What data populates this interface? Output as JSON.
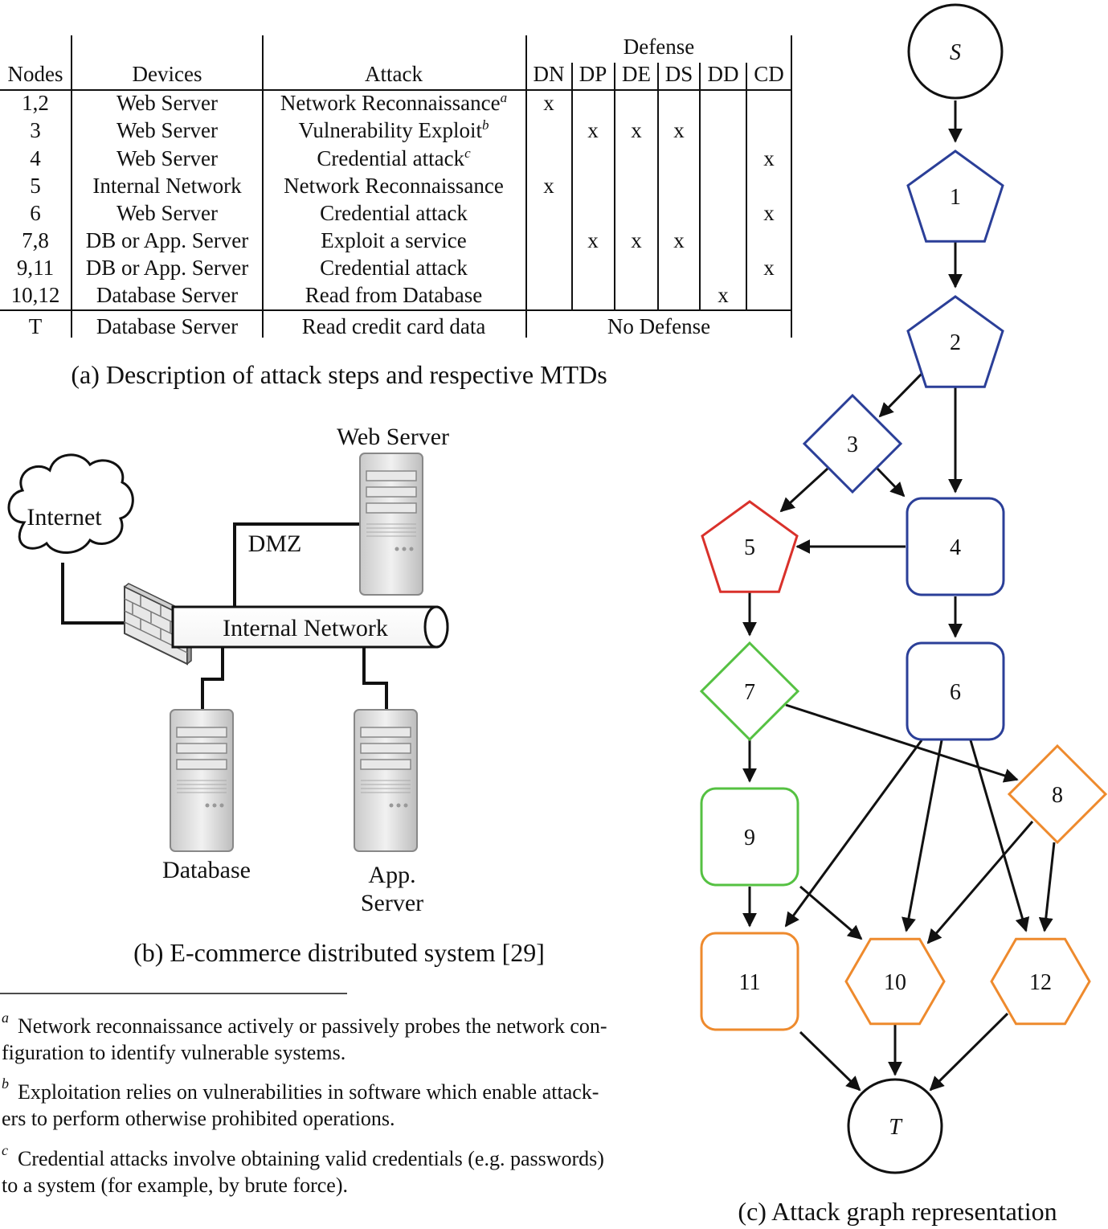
{
  "table": {
    "header": {
      "nodes": "Nodes",
      "devices": "Devices",
      "attack": "Attack",
      "defense": "Defense",
      "defense_cols": [
        "DN",
        "DP",
        "DE",
        "DS",
        "DD",
        "CD"
      ]
    },
    "rows": [
      {
        "nodes": "1,2",
        "device": "Web Server",
        "attack": "Network Reconnaissance",
        "sup": "a",
        "marks": [
          "x",
          "",
          "",
          "",
          "",
          ""
        ]
      },
      {
        "nodes": "3",
        "device": "Web Server",
        "attack": "Vulnerability Exploit",
        "sup": "b",
        "marks": [
          "",
          "x",
          "x",
          "x",
          "",
          ""
        ]
      },
      {
        "nodes": "4",
        "device": "Web Server",
        "attack": "Credential attack",
        "sup": "c",
        "marks": [
          "",
          "",
          "",
          "",
          "",
          "x"
        ]
      },
      {
        "nodes": "5",
        "device": "Internal Network",
        "attack": "Network Reconnaissance",
        "sup": "",
        "marks": [
          "x",
          "",
          "",
          "",
          "",
          ""
        ]
      },
      {
        "nodes": "6",
        "device": "Web Server",
        "attack": "Credential attack",
        "sup": "",
        "marks": [
          "",
          "",
          "",
          "",
          "",
          "x"
        ]
      },
      {
        "nodes": "7,8",
        "device": "DB or App. Server",
        "attack": "Exploit a service",
        "sup": "",
        "marks": [
          "",
          "x",
          "x",
          "x",
          "",
          ""
        ]
      },
      {
        "nodes": "9,11",
        "device": "DB or App. Server",
        "attack": "Credential attack",
        "sup": "",
        "marks": [
          "",
          "",
          "",
          "",
          "",
          "x"
        ]
      },
      {
        "nodes": "10,12",
        "device": "Database Server",
        "attack": "Read from Database",
        "sup": "",
        "marks": [
          "",
          "",
          "",
          "",
          "x",
          ""
        ]
      }
    ],
    "final_row": {
      "nodes": "T",
      "device": "Database Server",
      "attack": "Read credit card data",
      "defense": "No Defense"
    },
    "caption": "(a) Description of attack steps and respective MTDs"
  },
  "network": {
    "internet": "Internet",
    "web_server": "Web Server",
    "dmz": "DMZ",
    "internal_network": "Internal Network",
    "database": "Database",
    "app_server_line1": "App.",
    "app_server_line2": "Server",
    "caption": "(b) E-commerce distributed system [29]"
  },
  "footnotes": [
    {
      "mark": "a",
      "line1": "Network reconnaissance actively or passively probes the network con-",
      "line2": "figuration to identify vulnerable systems."
    },
    {
      "mark": "b",
      "line1": "Exploitation relies on vulnerabilities in software which enable attack-",
      "line2": "ers to perform otherwise prohibited operations."
    },
    {
      "mark": "c",
      "line1": "Credential attacks involve obtaining valid credentials (e.g. passwords)",
      "line2": "to a system (for example, by brute force)."
    }
  ],
  "graph": {
    "caption": "(c) Attack graph representation",
    "colors": {
      "blue": "#2b3f98",
      "red": "#d9312b",
      "green": "#55c142",
      "orange": "#ee8a2d",
      "black": "#111111"
    },
    "nodes": [
      {
        "id": "S",
        "label": "S",
        "shape": "circle",
        "color": "black"
      },
      {
        "id": "1",
        "label": "1",
        "shape": "pentagon",
        "color": "blue"
      },
      {
        "id": "2",
        "label": "2",
        "shape": "pentagon",
        "color": "blue"
      },
      {
        "id": "3",
        "label": "3",
        "shape": "diamond",
        "color": "blue"
      },
      {
        "id": "4",
        "label": "4",
        "shape": "rounded-square",
        "color": "blue"
      },
      {
        "id": "5",
        "label": "5",
        "shape": "pentagon",
        "color": "red"
      },
      {
        "id": "6",
        "label": "6",
        "shape": "rounded-square",
        "color": "blue"
      },
      {
        "id": "7",
        "label": "7",
        "shape": "diamond",
        "color": "green"
      },
      {
        "id": "8",
        "label": "8",
        "shape": "diamond",
        "color": "orange"
      },
      {
        "id": "9",
        "label": "9",
        "shape": "rounded-square",
        "color": "green"
      },
      {
        "id": "10",
        "label": "10",
        "shape": "hexagon",
        "color": "orange"
      },
      {
        "id": "11",
        "label": "11",
        "shape": "rounded-square",
        "color": "orange"
      },
      {
        "id": "12",
        "label": "12",
        "shape": "hexagon",
        "color": "orange"
      },
      {
        "id": "T",
        "label": "T",
        "shape": "circle",
        "color": "black"
      }
    ],
    "edges": [
      [
        "S",
        "1"
      ],
      [
        "1",
        "2"
      ],
      [
        "2",
        "3"
      ],
      [
        "2",
        "4"
      ],
      [
        "3",
        "5"
      ],
      [
        "3",
        "4"
      ],
      [
        "4",
        "5"
      ],
      [
        "4",
        "6"
      ],
      [
        "5",
        "7"
      ],
      [
        "7",
        "9"
      ],
      [
        "7",
        "8"
      ],
      [
        "6",
        "11"
      ],
      [
        "6",
        "10"
      ],
      [
        "6",
        "12"
      ],
      [
        "8",
        "10"
      ],
      [
        "8",
        "12"
      ],
      [
        "9",
        "11"
      ],
      [
        "9",
        "10"
      ],
      [
        "11",
        "T"
      ],
      [
        "10",
        "T"
      ],
      [
        "12",
        "T"
      ]
    ]
  }
}
